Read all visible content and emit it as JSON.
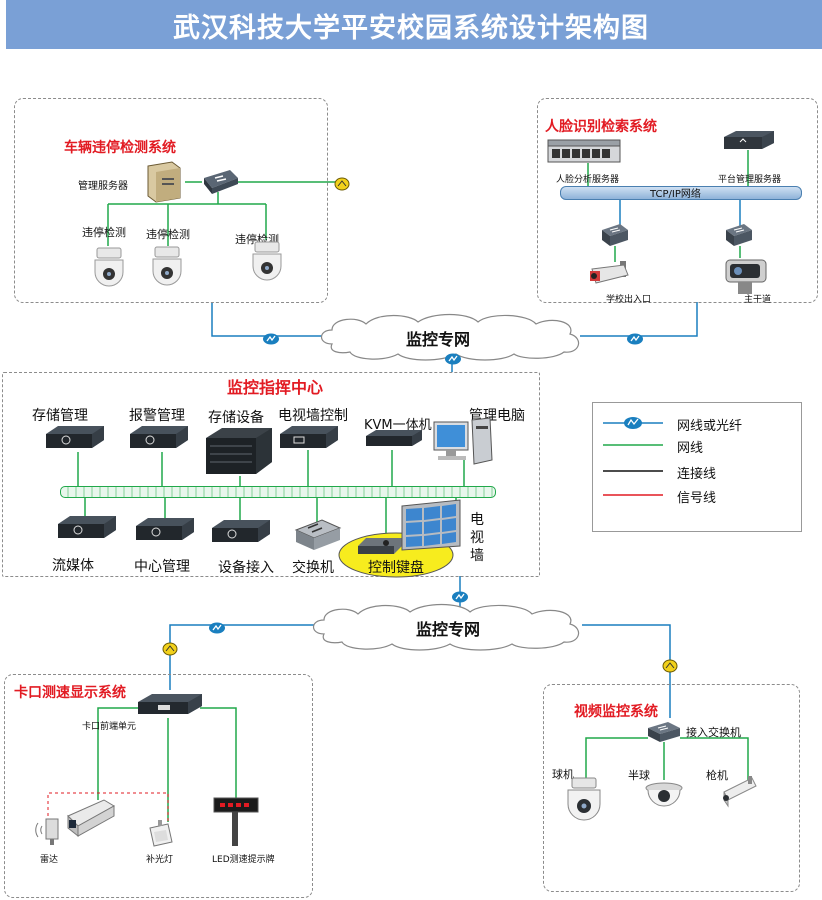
{
  "title": "武汉科技大学平安校园系统设计架构图",
  "vehicle_system": {
    "title": "车辆违停检测系统",
    "server_label": "管理服务器",
    "cameras": [
      "违停检测",
      "违停检测",
      "违停检测"
    ]
  },
  "face_system": {
    "title": "人脸识别检索系统",
    "analysis_server": "人脸分析服务器",
    "platform_server": "平台管理服务器",
    "network_label": "TCP/IP网络",
    "camera_left": "学校出入口",
    "camera_right": "主干道"
  },
  "network_top": "监控专网",
  "network_bottom": "监控专网",
  "command_center": {
    "title": "监控指挥中心",
    "top_devices": [
      "存储管理",
      "报警管理",
      "存储设备",
      "电视墙控制",
      "KVM一体机",
      "管理电脑"
    ],
    "bottom_devices": [
      "流媒体",
      "中心管理",
      "设备接入",
      "交换机",
      "控制键盘"
    ],
    "tv_wall": [
      "电",
      "视",
      "墙"
    ]
  },
  "legend": {
    "items": [
      "网线或光纤",
      "网线",
      "连接线",
      "信号线"
    ],
    "colors": [
      "#1a7fbf",
      "#21a84a",
      "#111111",
      "#e21b23"
    ]
  },
  "checkpoint_system": {
    "title": "卡口测速显示系统",
    "unit_label": "卡口前端单元",
    "radar": "雷达",
    "fill_light": "补光灯",
    "led": "LED测速提示牌"
  },
  "video_system": {
    "title": "视频监控系统",
    "switch": "接入交换机",
    "cameras": [
      "球机",
      "半球",
      "枪机"
    ]
  }
}
